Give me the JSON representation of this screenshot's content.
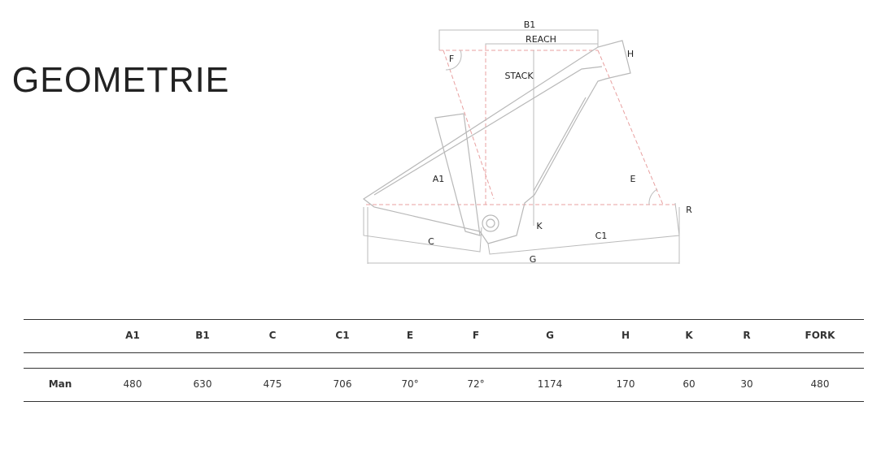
{
  "title": "GEOMETRIE",
  "diagram_labels": {
    "b1": "B1",
    "reach": "REACH",
    "f": "F",
    "stack": "STACK",
    "h": "H",
    "a1": "A1",
    "e": "E",
    "r": "R",
    "k": "K",
    "c": "C",
    "c1": "C1",
    "g": "G"
  },
  "table": {
    "headers": [
      "",
      "A1",
      "B1",
      "C",
      "C1",
      "E",
      "F",
      "G",
      "H",
      "K",
      "R",
      "FORK"
    ],
    "rows": [
      {
        "label": "Man",
        "values": [
          "480",
          "630",
          "475",
          "706",
          "70°",
          "72°",
          "1174",
          "170",
          "60",
          "30",
          "480"
        ]
      }
    ]
  }
}
